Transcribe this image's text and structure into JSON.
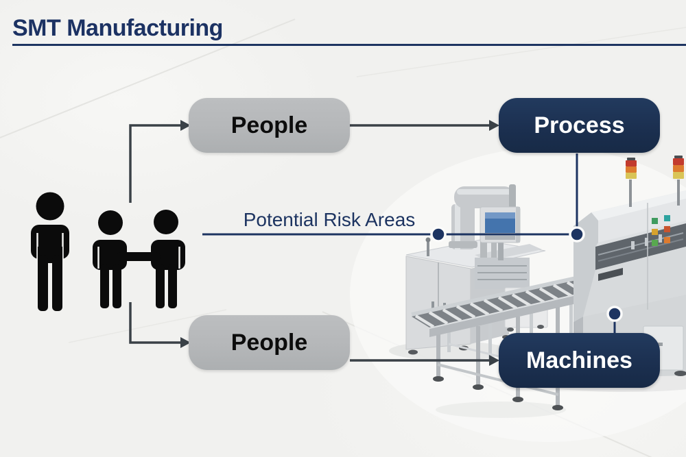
{
  "title": {
    "text": "SMT Manufacturing"
  },
  "diagram": {
    "risk_label": "Potential Risk Areas",
    "nodes": [
      {
        "id": "people-top",
        "label": "People",
        "style": "gray"
      },
      {
        "id": "process",
        "label": "Process",
        "style": "navy"
      },
      {
        "id": "people-bottom",
        "label": "People",
        "style": "gray"
      },
      {
        "id": "machines",
        "label": "Machines",
        "style": "navy"
      }
    ],
    "icons": [
      "people-group-icon",
      "smt-machine-illustration",
      "andon-tower-icon",
      "monitor-screen-icon",
      "conveyor-icon",
      "risk-dot"
    ]
  },
  "colors": {
    "page-bg": "#f1f1ef",
    "title-navy": "#1c3263",
    "navy-box": "#1b2f4f",
    "gray-box": "#b5b7b9",
    "navy-accent": "#1d3461",
    "line-dark": "#3a4147",
    "silhouette-black": "#0b0b0b",
    "screen-blue": "#4474ad",
    "andon-red": "#c23b2e",
    "andon-orange": "#dd7b2f",
    "andon-yellow": "#d9c457"
  }
}
